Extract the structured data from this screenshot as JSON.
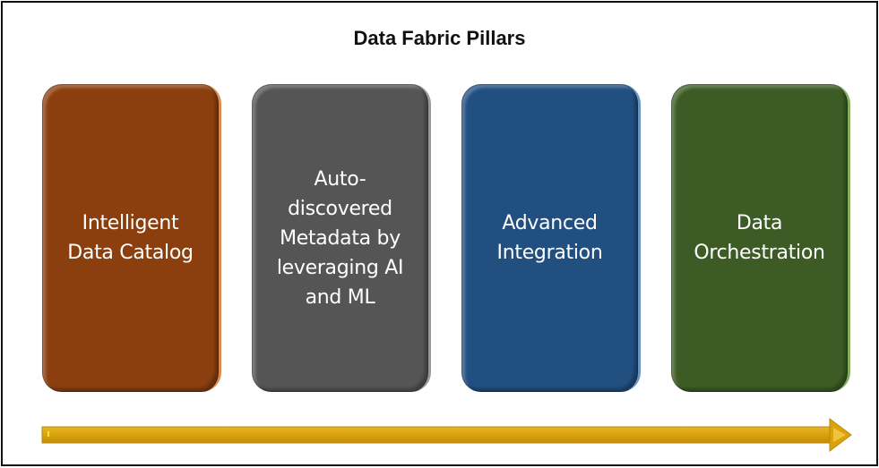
{
  "diagram": {
    "title": "Data Fabric Pillars",
    "pillars": [
      {
        "label": "Intelligent Data Catalog",
        "lines": [
          "Intelligent",
          "Data Catalog"
        ],
        "color": "#8b3f0f"
      },
      {
        "label": "Auto-discovered Metadata by leveraging AI and ML",
        "lines": [
          "Auto-",
          "discovered",
          "Metadata by",
          "leveraging AI",
          "and ML"
        ],
        "color": "#555555"
      },
      {
        "label": "Advanced Integration",
        "lines": [
          "Advanced",
          "Integration"
        ],
        "color": "#214f80"
      },
      {
        "label": "Data Orchestration",
        "lines": [
          "Data",
          "Orchestration"
        ],
        "color": "#3d5c25"
      }
    ],
    "arrow": {
      "direction": "right",
      "color": "#daa20b"
    }
  }
}
